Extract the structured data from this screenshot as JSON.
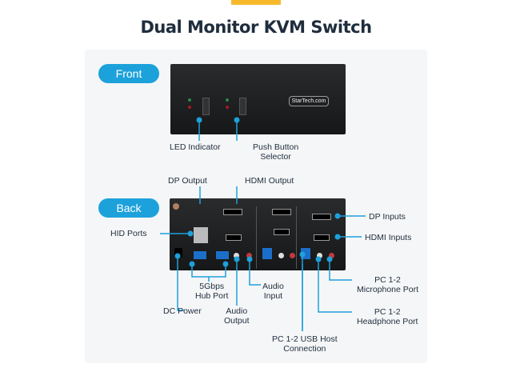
{
  "title": "Dual Monitor KVM Switch",
  "sections": {
    "front": "Front",
    "back": "Back"
  },
  "device": {
    "brand_logo": "StarTech.com"
  },
  "front_callouts": {
    "led_indicator": "LED Indicator",
    "push_button": "Push Button\nSelector"
  },
  "back_callouts": {
    "dp_output": "DP Output",
    "hdmi_output": "HDMI Output",
    "hid_ports": "HID Ports",
    "hub_port": "5Gbps\nHub Port",
    "audio_input": "Audio\nInput",
    "dc_power": "DC Power",
    "audio_output": "Audio\nOutput",
    "dp_inputs": "DP Inputs",
    "hdmi_inputs": "HDMI Inputs",
    "mic_port": "PC 1-2\nMicrophone Port",
    "headphone_port": "PC 1-2\nHeadphone Port",
    "usb_host": "PC 1-2 USB Host\nConnection"
  },
  "colors": {
    "accent": "#1da1db",
    "title": "#1f2d3d",
    "highlight_bar": "#f7b92b",
    "device": "#1e1f21"
  }
}
